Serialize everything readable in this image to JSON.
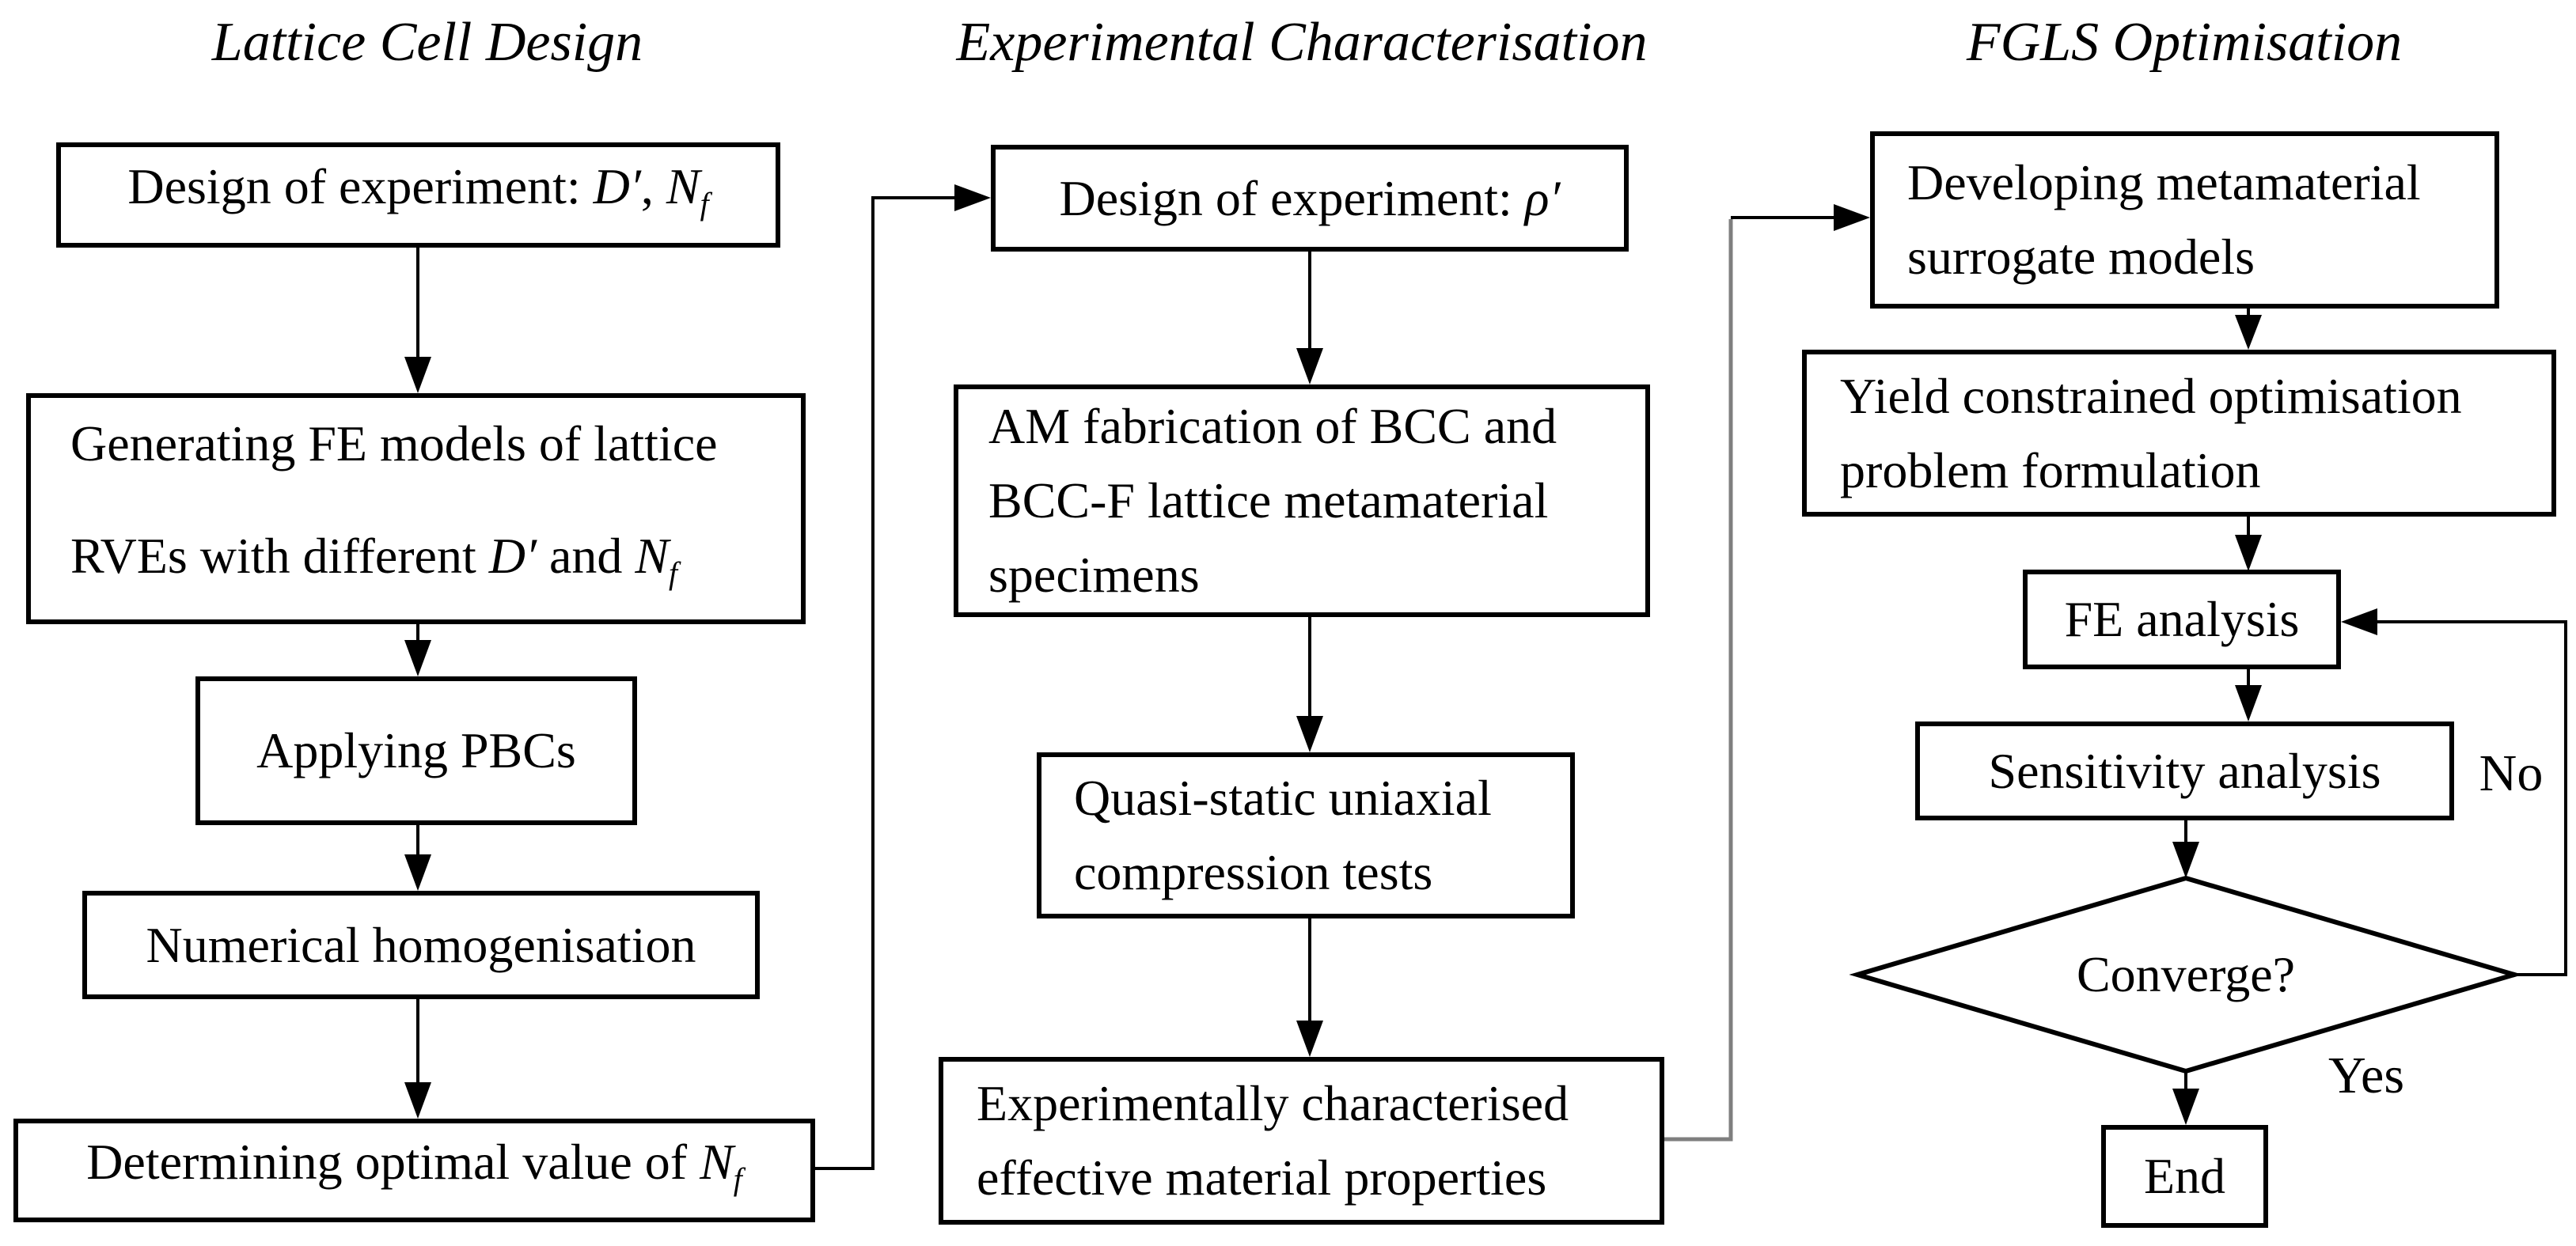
{
  "figure": {
    "type": "flowchart",
    "description_visible_only": "three-column methodology flowchart"
  },
  "columns": [
    {
      "header": "Lattice Cell Design"
    },
    {
      "header": "Experimental Characterisation"
    },
    {
      "header": "FGLS Optimisation"
    }
  ],
  "col1": {
    "box1": {
      "prefix": "Design of experiment: ",
      "d": "D′",
      "comma": ", ",
      "n": "N",
      "nsub": "f"
    },
    "box2": {
      "line1": "Generating FE models of lattice",
      "line2_prefix": "RVEs with different ",
      "d": "D′",
      "mid": " and ",
      "n": "N",
      "nsub": "f"
    },
    "box3": "Applying PBCs",
    "box4": "Numerical homogenisation",
    "box5": {
      "prefix": "Determining optimal value of ",
      "n": "N",
      "nsub": "f"
    }
  },
  "col2": {
    "box1": {
      "prefix": "Design of experiment: ",
      "rho": "ρ′"
    },
    "box2": {
      "line1": "AM fabrication of BCC and",
      "line2": "BCC-F lattice metamaterial",
      "line3": "specimens"
    },
    "box3": {
      "line1": "Quasi-static uniaxial",
      "line2": "compression tests"
    },
    "box4": {
      "line1": "Experimentally characterised",
      "line2": "effective material properties"
    }
  },
  "col3": {
    "box1": {
      "line1": "Developing metamaterial",
      "line2": "surrogate models"
    },
    "box2": {
      "line1": "Yield constrained optimisation",
      "line2": "problem formulation"
    },
    "box3": "FE analysis",
    "box4": "Sensitivity analysis",
    "decision": "Converge?",
    "end": "End",
    "label_no": "No",
    "label_yes": "Yes"
  },
  "colors": {
    "line": "#000000",
    "grey_connector": "#7f7f7f",
    "box_border": "#000000",
    "text": "#000000",
    "background": "#ffffff"
  }
}
